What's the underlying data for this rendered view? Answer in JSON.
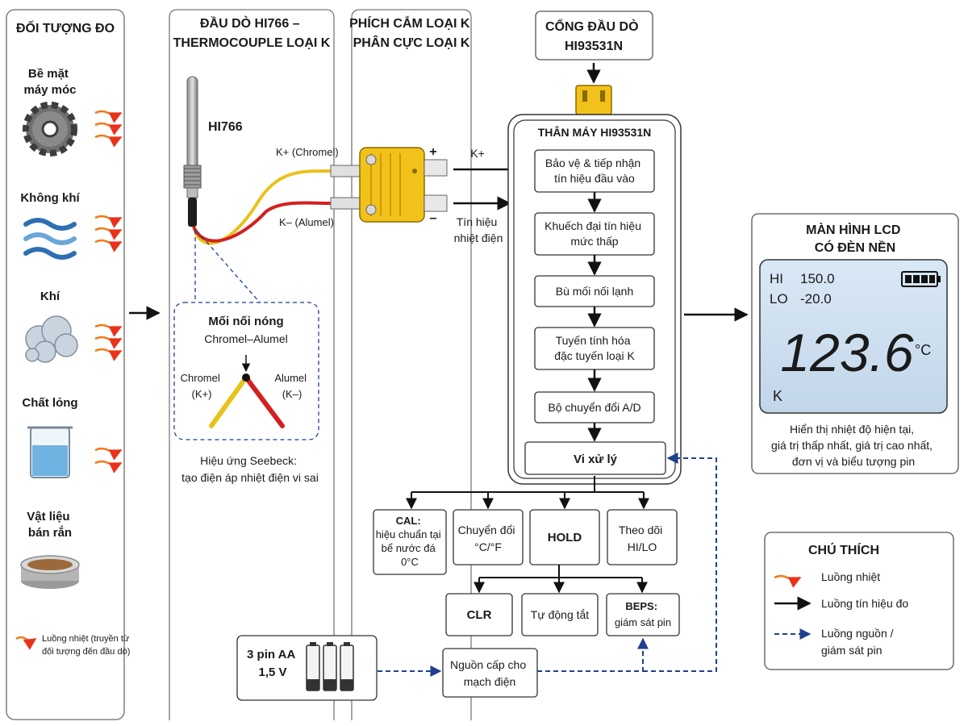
{
  "columns": {
    "objects_title": "ĐỐI TƯỢNG ĐO",
    "probe_title": [
      "ĐẦU DÒ HI766 –",
      "THERMOCOUPLE LOẠI K"
    ],
    "connector_title": [
      "PHÍCH CẮM LOẠI K",
      "PHÂN CỰC LOẠI K"
    ],
    "port_title": [
      "CỔNG ĐẦU DÒ",
      "HI93531N"
    ],
    "lcd_title": [
      "MÀN HÌNH LCD",
      "CÓ ĐÈN NỀN"
    ]
  },
  "objects": [
    {
      "label": [
        "Bề mặt",
        "máy móc"
      ],
      "icon": "gear-icon"
    },
    {
      "label": [
        "Không khí"
      ],
      "icon": "air-waves-icon"
    },
    {
      "label": [
        "Khí"
      ],
      "icon": "gas-cloud-icon"
    },
    {
      "label": [
        "Chất lỏng"
      ],
      "icon": "beaker-icon"
    },
    {
      "label": [
        "Vật liệu",
        "bán rắn"
      ],
      "icon": "semisolid-tin-icon"
    }
  ],
  "objects_legend": [
    "Luồng nhiệt (truyền từ",
    "đối tượng đến đầu dò)"
  ],
  "probe": {
    "model": "HI766",
    "wire_pos": "K+ (Chromel)",
    "wire_neg": "K– (Alumel)",
    "junction_title": "Mối nối nóng",
    "junction_subtitle": "Chromel–Alumel",
    "chromel_label": [
      "Chromel",
      "(K+)"
    ],
    "alumel_label": [
      "Alumel",
      "(K–)"
    ],
    "seebeck": [
      "Hiệu ứng Seebeck:",
      "tạo điện áp nhiệt điện vi sai"
    ]
  },
  "connector": {
    "plus": "+",
    "minus": "–",
    "k_plus": "K+",
    "signal": [
      "Tín hiệu",
      "nhiệt điện"
    ]
  },
  "meter": {
    "body_title": "THÂN MÁY HI93531N",
    "steps": [
      [
        "Bảo vệ & tiếp nhận",
        "tín hiệu đầu vào"
      ],
      [
        "Khuếch đại tín hiệu",
        "mức thấp"
      ],
      [
        "Bù mối nối lạnh"
      ],
      [
        "Tuyến tính hóa",
        "đặc tuyến loại K"
      ],
      [
        "Bộ chuyển đổi A/D"
      ],
      [
        "Vi xử lý"
      ]
    ]
  },
  "functions": [
    [
      "CAL:",
      "hiệu chuẩn tại",
      "bể nước đá",
      "0°C"
    ],
    [
      "Chuyển đổi",
      "°C/°F"
    ],
    [
      "HOLD"
    ],
    [
      "Theo dõi",
      "HI/LO"
    ]
  ],
  "subfunctions": [
    [
      "CLR"
    ],
    [
      "Tự động tắt"
    ],
    [
      "BEPS:",
      "giám sát pin"
    ]
  ],
  "lcd": {
    "hi_label": "HI",
    "hi_value": "150.0",
    "lo_label": "LO",
    "lo_value": "-20.0",
    "reading": "123.6",
    "unit": "°C",
    "type": "K",
    "caption": [
      "Hiển thị nhiệt độ hiện tại,",
      "giá trị thấp nhất, giá trị cao nhất,",
      "đơn vị và biểu tượng pin"
    ]
  },
  "power": {
    "battery": [
      "3 pin AA",
      "1,5 V"
    ],
    "supply": [
      "Nguồn cấp cho",
      "mạch điện"
    ]
  },
  "legend": {
    "title": "CHÚ THÍCH",
    "heat": "Luồng nhiệt",
    "signal": "Luồng tín hiệu đo",
    "power": [
      "Luồng nguồn /",
      "giám sát pin"
    ]
  },
  "colors": {
    "heat_arrow": "#f07a1a",
    "signal_arrow": "#111111",
    "power_arrow": "#1f3f8f",
    "lcd_background": "#cfe0ef",
    "connector_yellow": "#f2c21a",
    "wire_chromel": "#e8c21c",
    "wire_alumel": "#d32020"
  }
}
